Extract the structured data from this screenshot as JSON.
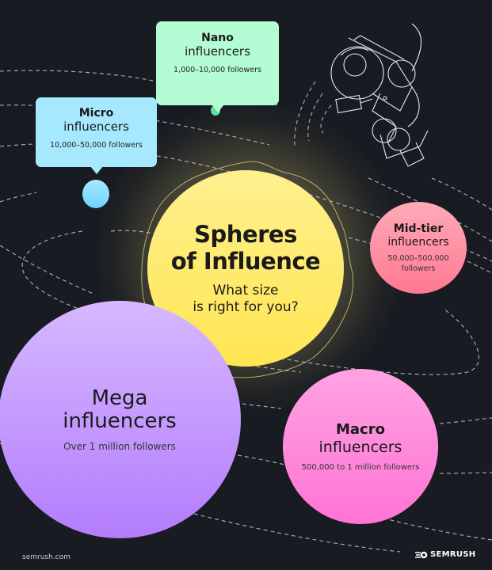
{
  "title": {
    "line1": "Spheres",
    "line2": "of Influence",
    "subtitle_line1": "What size",
    "subtitle_line2": "is right for you?"
  },
  "tiers": {
    "nano": {
      "name": "Nano",
      "label": "influencers",
      "followers": "1,000–10,000 followers",
      "color": "#b4fcd4"
    },
    "micro": {
      "name": "Micro",
      "label": "influencers",
      "followers": "10,000–50,000 followers",
      "color": "#a6e9ff"
    },
    "mid_tier": {
      "name": "Mid-tier",
      "label": "influencers",
      "followers_line1": "50,000–500,000",
      "followers_line2": "followers",
      "color": "#ff8fa3"
    },
    "macro": {
      "name": "Macro",
      "label": "influencers",
      "followers": "500,000 to 1 million followers",
      "color": "#ff8bdc"
    },
    "mega": {
      "name": "Mega",
      "label": "influencers",
      "followers": "Over 1 million followers",
      "color": "#c9a3ff"
    }
  },
  "center_color": "#ffe96a",
  "background_color": "#181b22",
  "footer": {
    "site": "semrush.com",
    "brand": "SEMRUSH",
    "brand_icon": "semrush-fireball-icon"
  },
  "illustration": "astronaut-outline-icon"
}
